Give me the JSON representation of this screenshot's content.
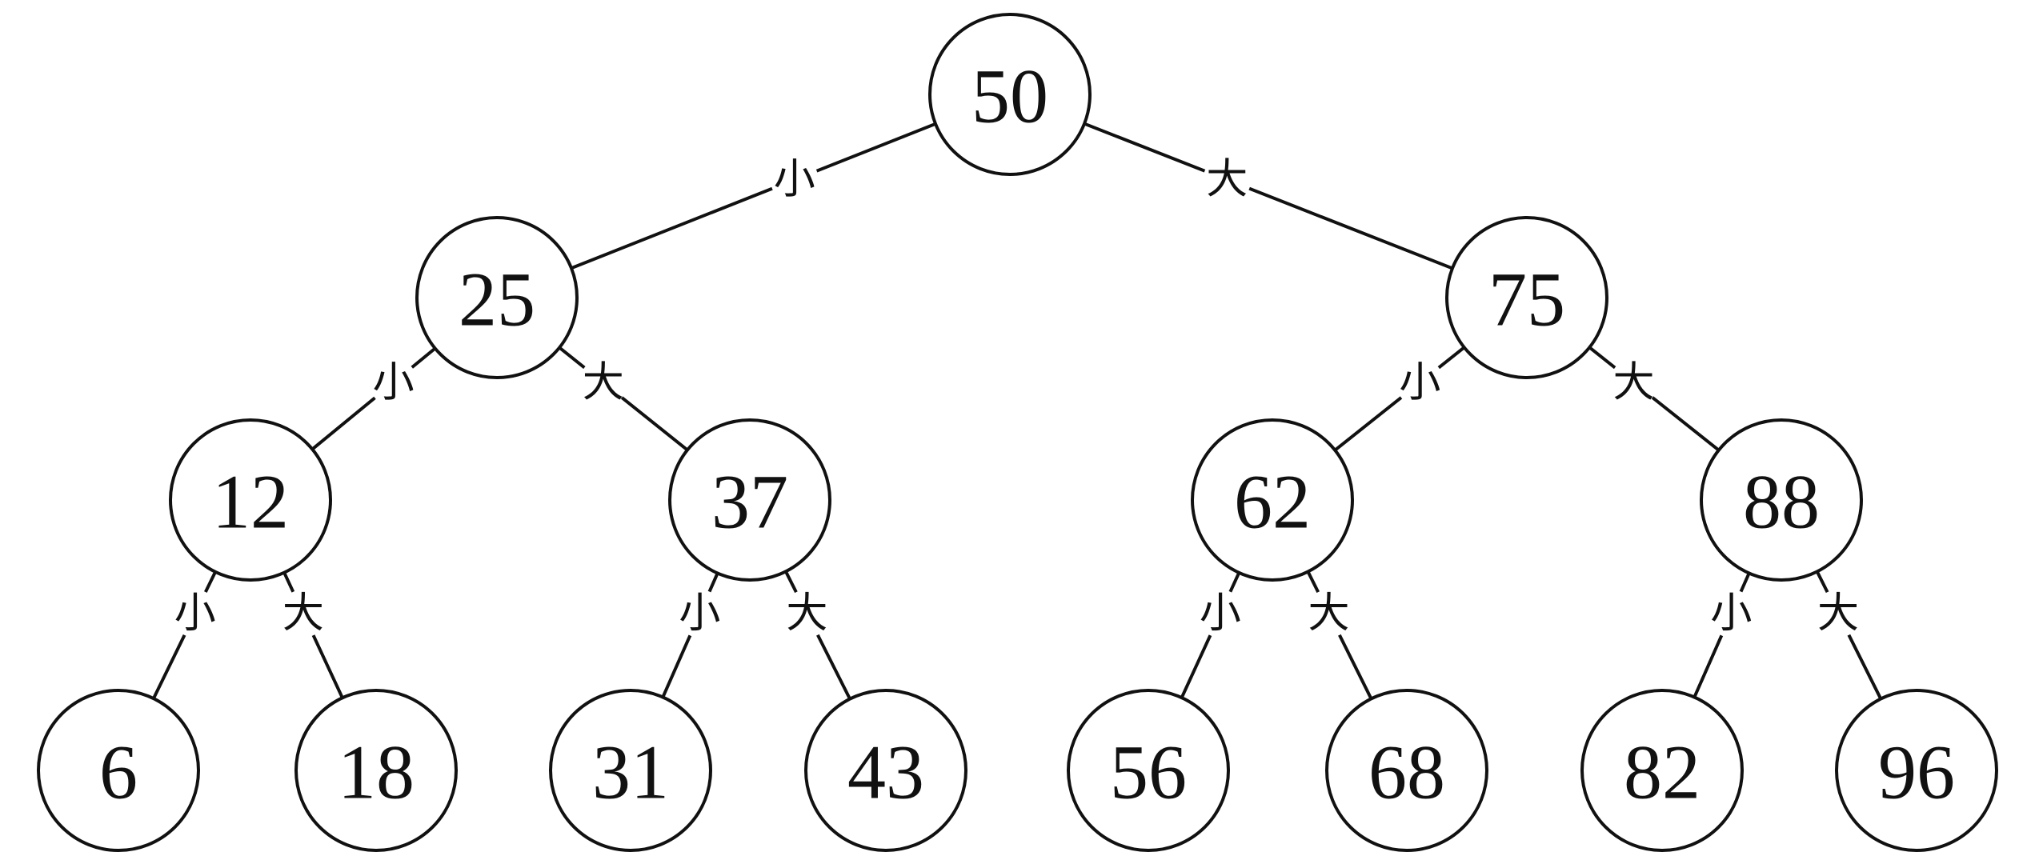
{
  "tree": {
    "nodes": [
      {
        "id": "n50",
        "value": "50"
      },
      {
        "id": "n25",
        "value": "25"
      },
      {
        "id": "n75",
        "value": "75"
      },
      {
        "id": "n12",
        "value": "12"
      },
      {
        "id": "n37",
        "value": "37"
      },
      {
        "id": "n62",
        "value": "62"
      },
      {
        "id": "n88",
        "value": "88"
      },
      {
        "id": "n6",
        "value": "6"
      },
      {
        "id": "n18",
        "value": "18"
      },
      {
        "id": "n31",
        "value": "31"
      },
      {
        "id": "n43",
        "value": "43"
      },
      {
        "id": "n56",
        "value": "56"
      },
      {
        "id": "n68",
        "value": "68"
      },
      {
        "id": "n82",
        "value": "82"
      },
      {
        "id": "n96",
        "value": "96"
      }
    ],
    "edges": [
      {
        "from": "n50",
        "to": "n25",
        "label": "小"
      },
      {
        "from": "n50",
        "to": "n75",
        "label": "大"
      },
      {
        "from": "n25",
        "to": "n12",
        "label": "小"
      },
      {
        "from": "n25",
        "to": "n37",
        "label": "大"
      },
      {
        "from": "n75",
        "to": "n62",
        "label": "小"
      },
      {
        "from": "n75",
        "to": "n88",
        "label": "大"
      },
      {
        "from": "n12",
        "to": "n6",
        "label": "小"
      },
      {
        "from": "n12",
        "to": "n18",
        "label": "大"
      },
      {
        "from": "n37",
        "to": "n31",
        "label": "小"
      },
      {
        "from": "n37",
        "to": "n43",
        "label": "大"
      },
      {
        "from": "n62",
        "to": "n56",
        "label": "小"
      },
      {
        "from": "n62",
        "to": "n68",
        "label": "大"
      },
      {
        "from": "n88",
        "to": "n82",
        "label": "小"
      },
      {
        "from": "n88",
        "to": "n96",
        "label": "大"
      }
    ]
  }
}
